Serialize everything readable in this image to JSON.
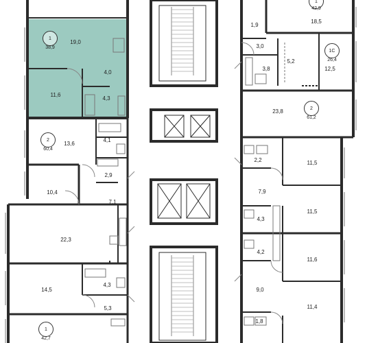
{
  "apartments": [
    {
      "id": "apt-1-38",
      "rooms": "1",
      "area": "38,9",
      "selected": true
    },
    {
      "id": "apt-2-60",
      "rooms": "2",
      "area": "60,4",
      "selected": false
    },
    {
      "id": "apt-1-42-bottom",
      "rooms": "1",
      "area": "42,7",
      "selected": false
    },
    {
      "id": "apt-1-42-top",
      "rooms": "1",
      "area": "42,9",
      "selected": false
    },
    {
      "id": "apt-1c-26",
      "rooms": "1С",
      "area": "26,4",
      "selected": false
    },
    {
      "id": "apt-2-61",
      "rooms": "2",
      "area": "61,2",
      "selected": false
    }
  ],
  "rooms": [
    "19,0",
    "4,0",
    "11,6",
    "4,3",
    "13,6",
    "4,1",
    "2,9",
    "10,4",
    "7,1",
    "22,3",
    "14,5",
    "4,3",
    "5,3",
    "18,5",
    "1,9",
    "3,0",
    "5,2",
    "3,8",
    "12,5",
    "23,8",
    "2,2",
    "11,5",
    "7,9",
    "11,5",
    "4,3",
    "4,2",
    "11,6",
    "9,0",
    "11,4",
    "1,8"
  ],
  "colors": {
    "selected_fill": "#9ccac0",
    "wall": "#2b2b2b",
    "line": "#555555"
  }
}
